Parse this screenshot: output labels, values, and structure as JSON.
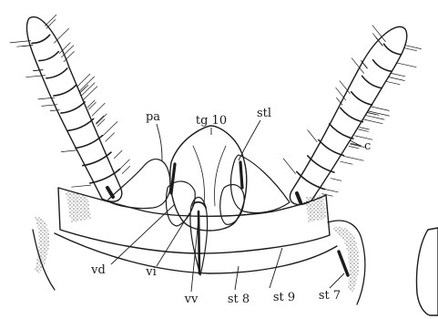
{
  "figure": {
    "labels": {
      "tg10": "tg 10",
      "pa": "pa",
      "stl": "stl",
      "c": "c",
      "vd": "vd",
      "vi": "vi",
      "vv": "vv",
      "st8": "st 8",
      "st9": "st 9",
      "st7": "st 7"
    }
  }
}
